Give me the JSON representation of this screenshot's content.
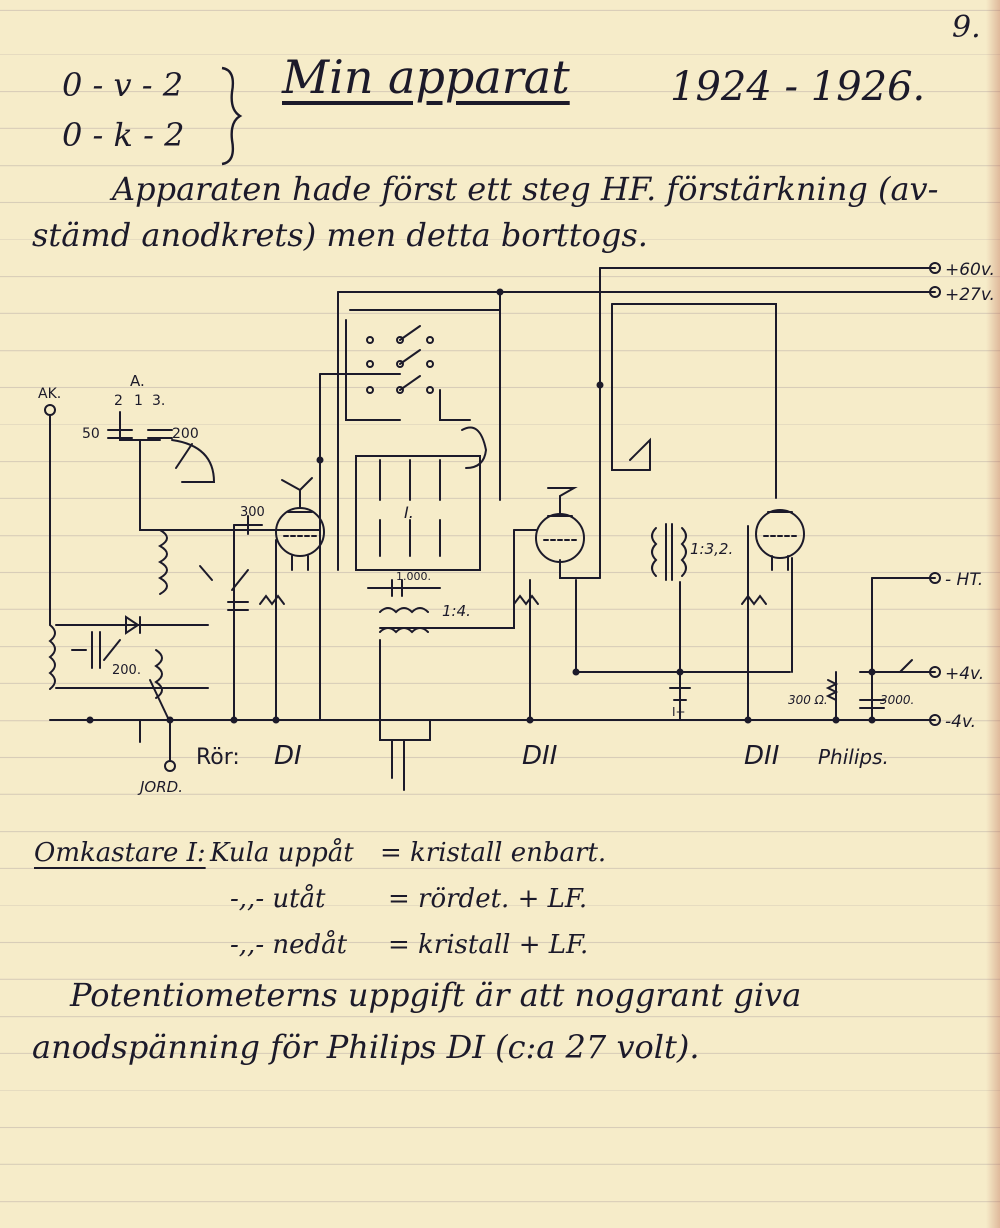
{
  "page": {
    "page_number": "9.",
    "modes": [
      "0 - v - 2",
      "0 - k - 2"
    ],
    "title": "Min apparat",
    "years": "1924 - 1926.",
    "intro_line_1": "Apparaten hade först ett steg HF. förstärkning (av-",
    "intro_line_2": "stämd anodkrets) men detta borttogs."
  },
  "schematic": {
    "terminals": {
      "plus_60": "+60v.",
      "plus_27": "+27v.",
      "ht": "- HT.",
      "plus_4": "+4v.",
      "minus_4": "-4v."
    },
    "antenna_label": "AK.",
    "antenna_tap_label": "A.",
    "tap_numbers": [
      "2",
      "1",
      "3."
    ],
    "cap_50": "50",
    "cap_200_top": "200",
    "cap_200_bottom": "200.",
    "cap_300": "300",
    "cap_1000": "1.000.",
    "ratio_1_4": "1:4.",
    "ratio_1_32": "1:3,2.",
    "switch_label": "I.",
    "pot_300": "300 Ω.",
    "cap_3000": "3000.",
    "battery_plus": "I+",
    "tubes_label": "Rör:",
    "tube_1": "DI",
    "tube_2": "DII",
    "tube_3": "DII",
    "tube_3_maker": "Philips.",
    "earth_label": "JORD."
  },
  "legend": {
    "heading": "Omkastare I:",
    "row_1_key": "Kula uppåt",
    "row_1_value": "= kristall enbart.",
    "row_2_key": "-,,- utåt",
    "row_2_value": "= rördet. + LF.",
    "row_3_key": "-,,- nedåt",
    "row_3_value": "= kristall + LF."
  },
  "footer": {
    "line_1": "Potentiometerns uppgift är att noggrant giva",
    "line_2": "anodspänning för Philips DI (c:a 27 volt)."
  },
  "colors": {
    "paper": "#f6ecc9",
    "ink": "#1c1a2a",
    "rule": "#d8cdb8"
  }
}
